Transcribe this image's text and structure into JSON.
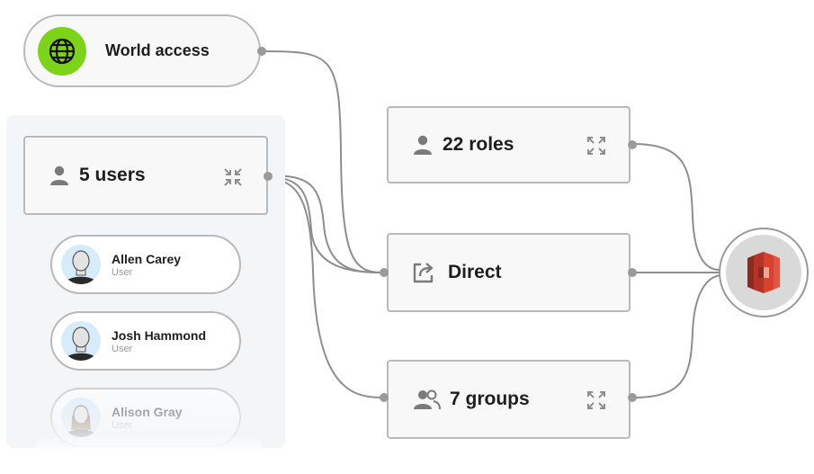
{
  "world": {
    "label": "World access",
    "icon": "globe-icon",
    "accent": "#7dd31a"
  },
  "users_node": {
    "label": "5 users",
    "icon": "person-icon",
    "toggle_icon": "collapse-icon"
  },
  "users": [
    {
      "name": "Allen Carey",
      "role": "User"
    },
    {
      "name": "Josh Hammond",
      "role": "User"
    },
    {
      "name": "Alison Gray",
      "role": "User"
    }
  ],
  "roles_node": {
    "label": "22 roles",
    "icon": "person-icon",
    "toggle_icon": "expand-icon"
  },
  "direct_node": {
    "label": "Direct",
    "icon": "share-icon"
  },
  "groups_node": {
    "label": "7 groups",
    "icon": "group-icon",
    "toggle_icon": "expand-icon"
  },
  "target": {
    "icon": "aws-s3-icon",
    "color": "#d9412e"
  },
  "colors": {
    "edge": "#8e8e8e",
    "node_border": "#b9b9b9",
    "node_bg": "#f8f8f8"
  }
}
